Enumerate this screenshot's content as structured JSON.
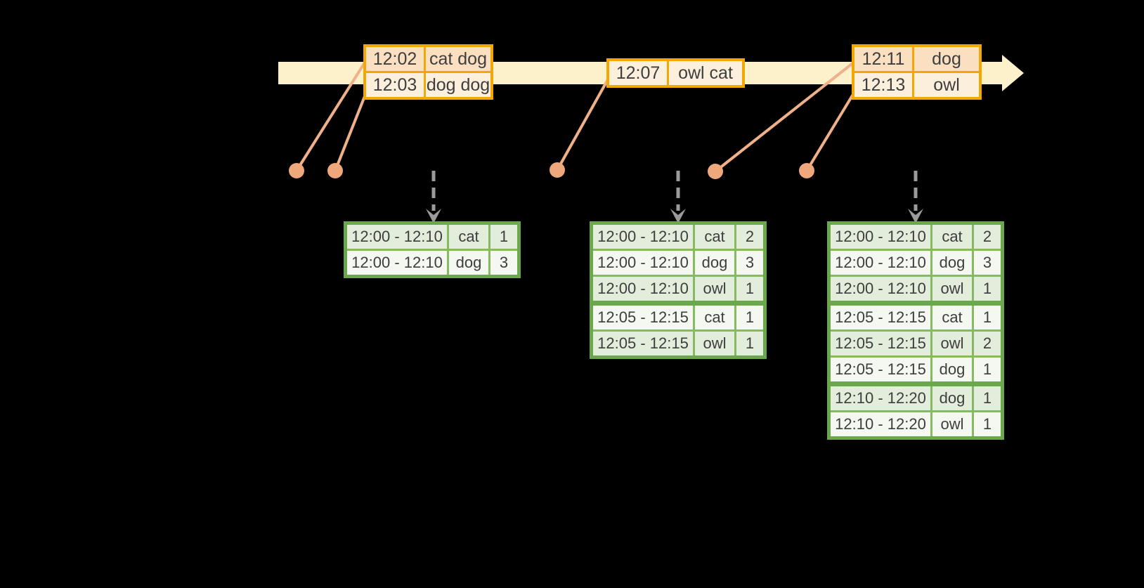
{
  "colors": {
    "background": "#000000",
    "timeline_fill": "#FCF1CB",
    "event_table_border": "#F2A702",
    "event_row_dark_fill": "#FAE0C0",
    "event_row_light_fill": "#FCF0DC",
    "connector": "#F0B189",
    "dot": "#EFA87C",
    "trigger_arrow": "#9B9B9B",
    "result_table_border": "#6BA84B",
    "result_table_grid": "#86B964",
    "result_row_green_fill": "#E3EDDB",
    "result_row_white_fill": "#F5F8F1",
    "text": "#3E3E3E"
  },
  "event_tables": [
    {
      "rows": [
        {
          "time": "12:02",
          "words": "cat dog"
        },
        {
          "time": "12:03",
          "words": "dog dog"
        }
      ]
    },
    {
      "rows": [
        {
          "time": "12:07",
          "words": "owl cat"
        }
      ]
    },
    {
      "rows": [
        {
          "time": "12:11",
          "words": "dog"
        },
        {
          "time": "12:13",
          "words": "owl"
        }
      ]
    }
  ],
  "result_tables": [
    {
      "rows": [
        {
          "window": "12:00 - 12:10",
          "word": "cat",
          "count": "1"
        },
        {
          "window": "12:00 - 12:10",
          "word": "dog",
          "count": "3"
        }
      ]
    },
    {
      "rows": [
        {
          "window": "12:00 - 12:10",
          "word": "cat",
          "count": "2"
        },
        {
          "window": "12:00 - 12:10",
          "word": "dog",
          "count": "3"
        },
        {
          "window": "12:00 - 12:10",
          "word": "owl",
          "count": "1"
        },
        {
          "window": "12:05 - 12:15",
          "word": "cat",
          "count": "1"
        },
        {
          "window": "12:05 - 12:15",
          "word": "owl",
          "count": "1"
        }
      ]
    },
    {
      "rows": [
        {
          "window": "12:00 - 12:10",
          "word": "cat",
          "count": "2"
        },
        {
          "window": "12:00 - 12:10",
          "word": "dog",
          "count": "3"
        },
        {
          "window": "12:00 - 12:10",
          "word": "owl",
          "count": "1"
        },
        {
          "window": "12:05 - 12:15",
          "word": "cat",
          "count": "1"
        },
        {
          "window": "12:05 - 12:15",
          "word": "owl",
          "count": "2"
        },
        {
          "window": "12:05 - 12:15",
          "word": "dog",
          "count": "1"
        },
        {
          "window": "12:10 - 12:20",
          "word": "dog",
          "count": "1"
        },
        {
          "window": "12:10 - 12:20",
          "word": "owl",
          "count": "1"
        }
      ]
    }
  ]
}
